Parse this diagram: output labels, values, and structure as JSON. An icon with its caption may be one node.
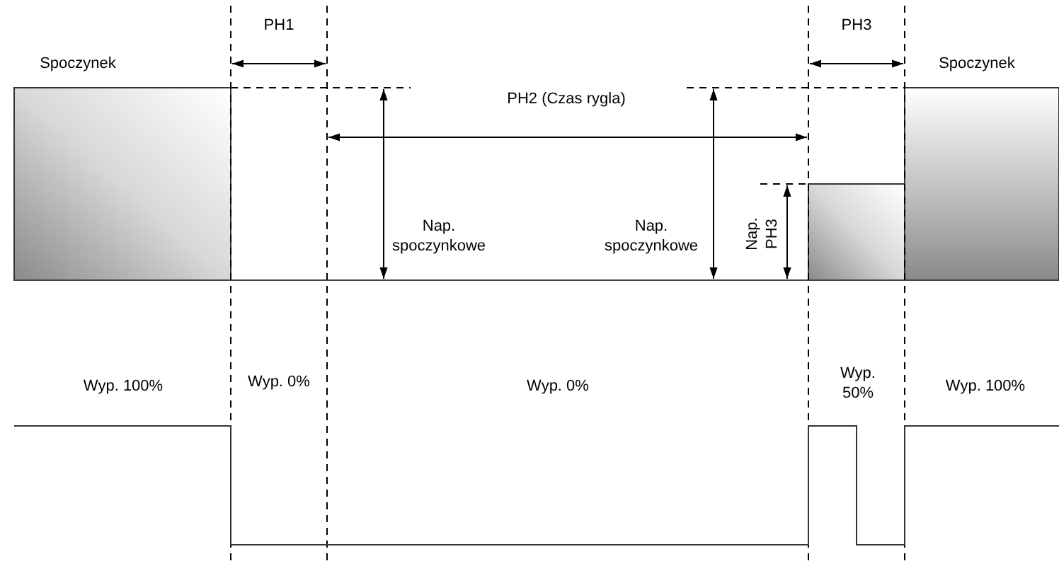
{
  "diagram": {
    "labels": [
      "PH1",
      "PH3",
      "Spoczynek",
      "Spoczynek",
      "PH2 (Czas rygla)",
      "Nap. spoczynkowe",
      "Nap. spoczynkowe",
      "Nap. PH3",
      "Wyp. 100%",
      "Wyp. 0%",
      "Wyp. 0%",
      "Wyp. 50%",
      "Wyp. 100%"
    ]
  }
}
